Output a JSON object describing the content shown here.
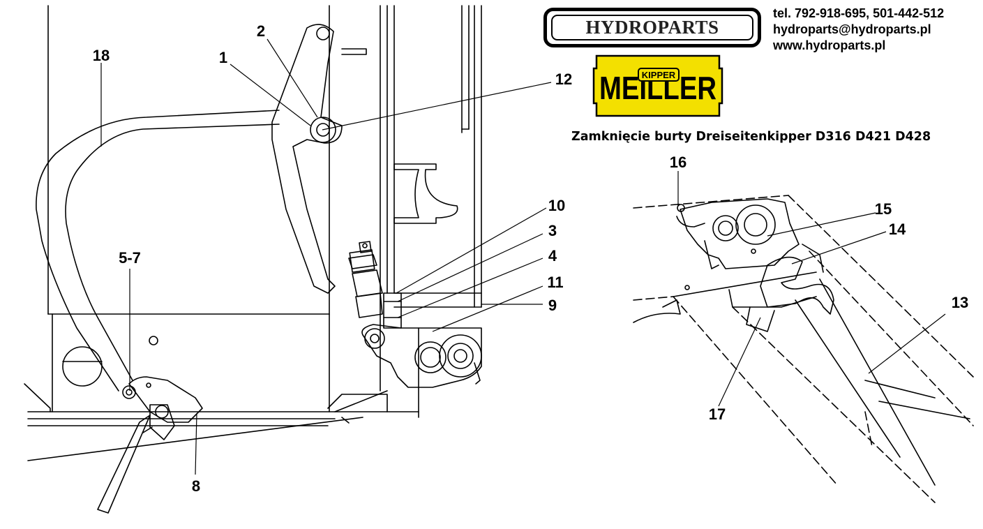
{
  "header": {
    "company_name": "HYDROPARTS",
    "phone": "tel. 792-918-695, 501-442-512",
    "email": "hydroparts@hydroparts.pl",
    "website": "www.hydroparts.pl",
    "brand_logo_text": "MEILLER",
    "brand_logo_subtext": "KIPPER",
    "title": "Zamknięcie burty Dreiseitenkipper D316 D421 D428"
  },
  "colors": {
    "logo_yellow": "#f3e000",
    "ink": "#000000"
  },
  "callouts": {
    "c1": "1",
    "c2": "2",
    "c3": "3",
    "c4": "4",
    "c5_7": "5-7",
    "c8": "8",
    "c9": "9",
    "c10": "10",
    "c11": "11",
    "c12": "12",
    "c13": "13",
    "c14": "14",
    "c15": "15",
    "c16": "16",
    "c17": "17",
    "c18": "18"
  }
}
